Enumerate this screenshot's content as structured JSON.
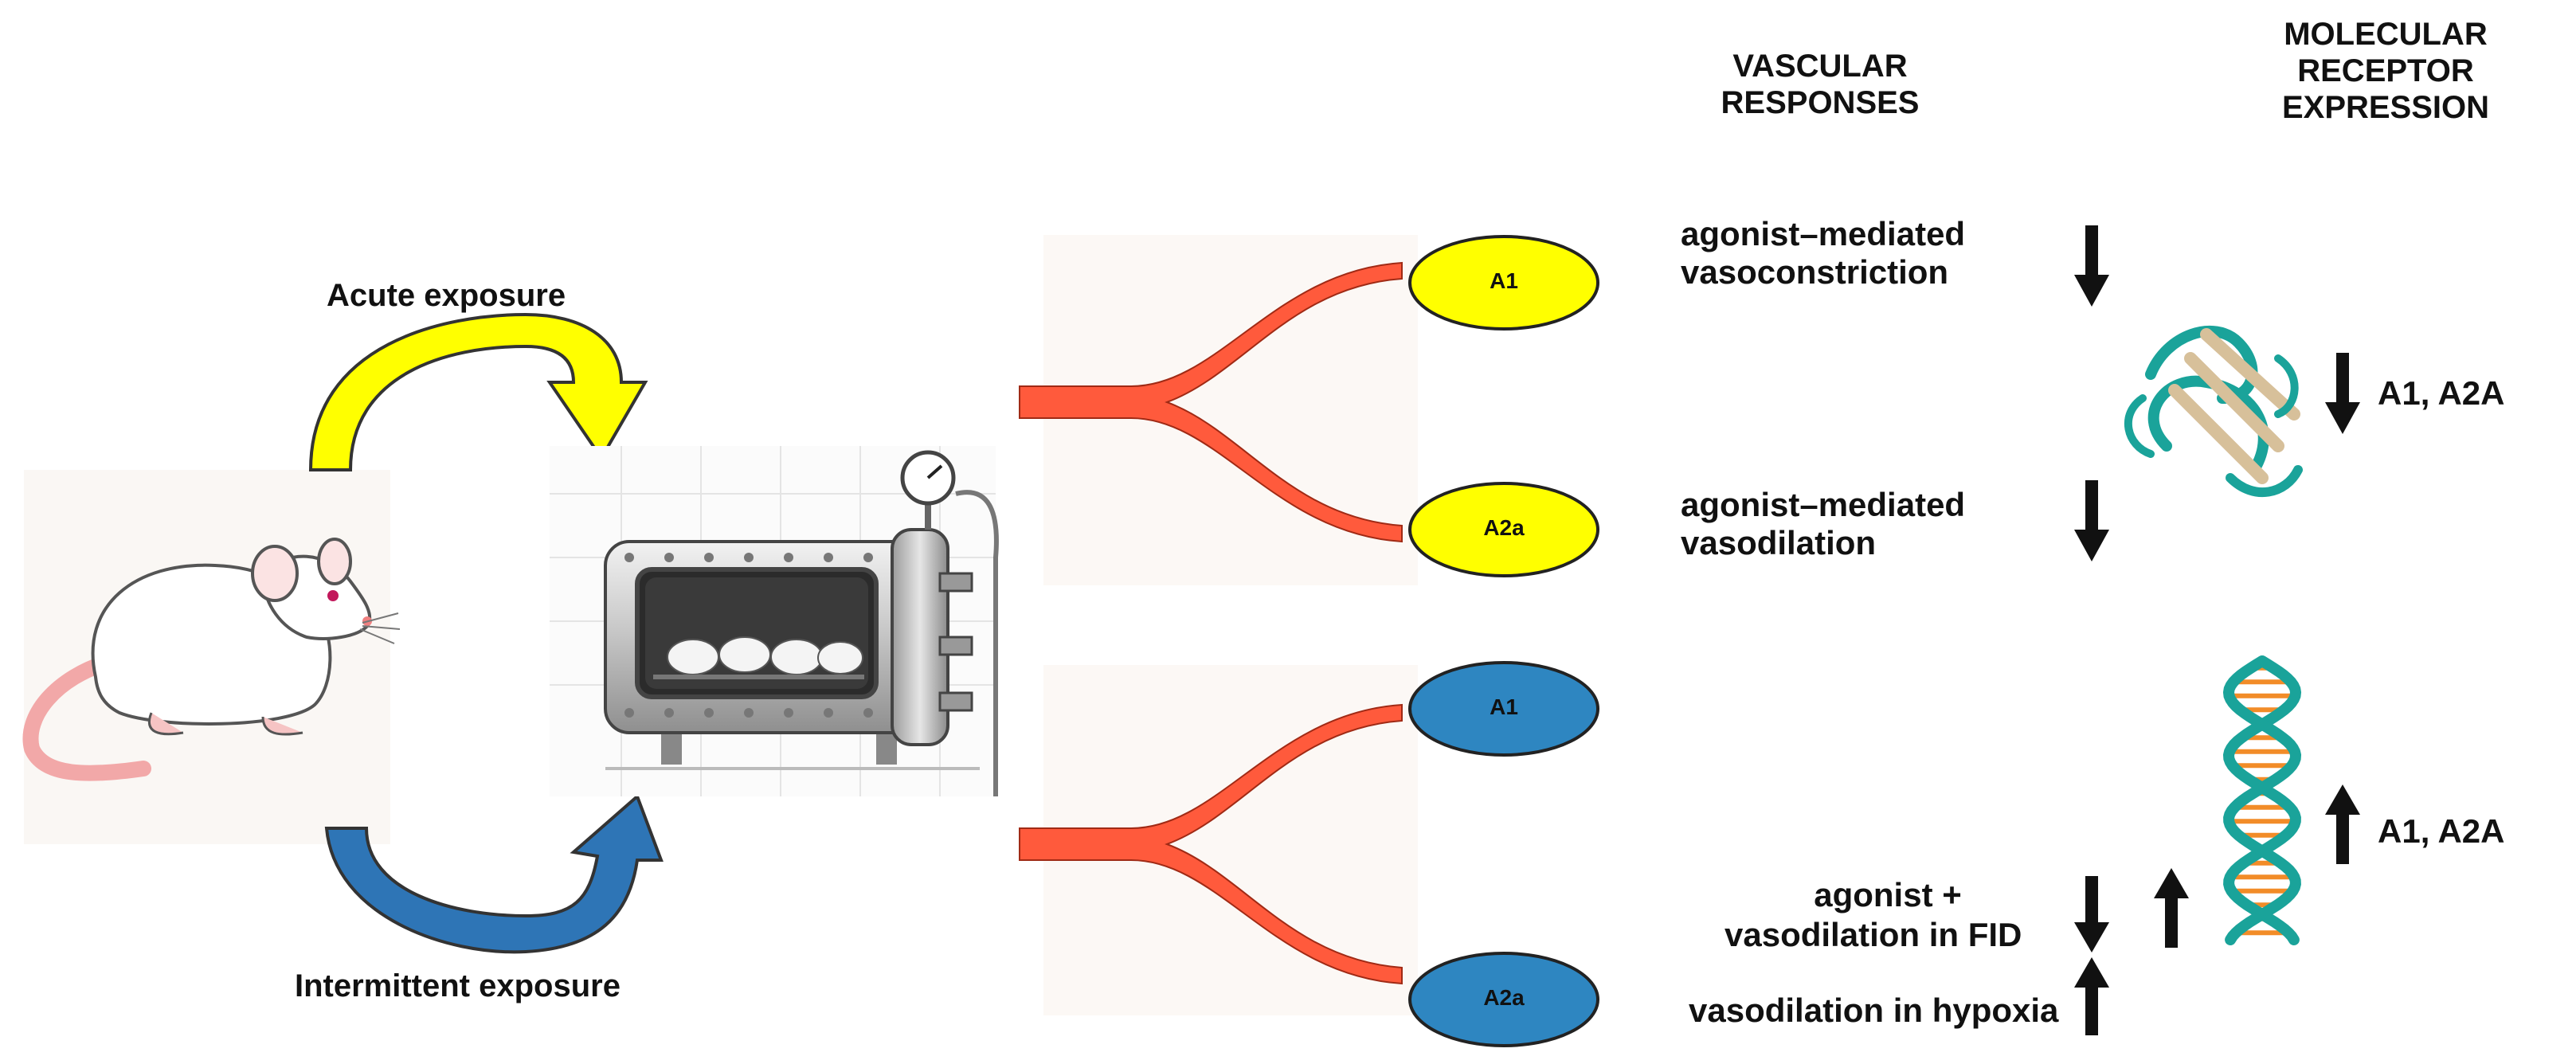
{
  "exposure": {
    "acute_label": "Acute exposure",
    "intermittent_label": "Intermittent exposure"
  },
  "headers": {
    "vascular": [
      "VASCULAR",
      "RESPONSES"
    ],
    "molecular": [
      "MOLECULAR",
      "RECEPTOR",
      "EXPRESSION"
    ]
  },
  "acute_panel": {
    "receptor_top": "A1",
    "receptor_bottom": "A2a",
    "response_top": [
      "agonist–mediated",
      "vasoconstriction"
    ],
    "response_bottom": [
      "agonist–mediated",
      "vasodilation"
    ],
    "molecular_label": "A1, A2A"
  },
  "intermittent_panel": {
    "receptor_top": "A1",
    "receptor_bottom": "A2a",
    "response_lines": [
      "agonist +",
      "vasodilation in FID",
      "vasodilation in hypoxia"
    ],
    "molecular_label": "A1, A2A"
  },
  "colors": {
    "acute_receptor": "#ffff00",
    "intermittent_receptor": "#2e86c1",
    "vessel": "#ff5a3c",
    "acute_arrow": "#ffff00",
    "intermittent_arrow": "#2e75b6",
    "protein": "#1aa39a",
    "dna_backbone": "#1aa39a",
    "dna_rung": "#f28c28"
  },
  "icons": {
    "rat": "rat-illustration",
    "chamber": "hyperbaric-chamber-illustration",
    "protein": "protein-structure-icon",
    "dna": "dna-helix-icon"
  }
}
